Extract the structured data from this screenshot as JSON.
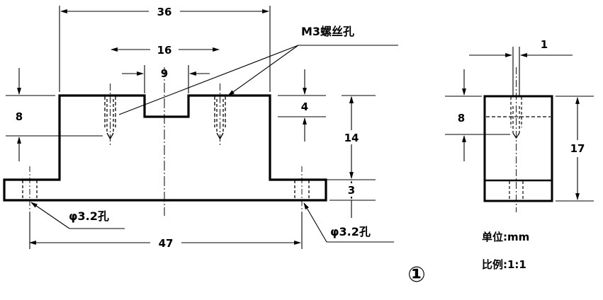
{
  "front_view": {
    "dimensions": {
      "overall_top_width": "36",
      "thread_hole_spacing": "16",
      "slot_width": "9",
      "base_width": "47",
      "left_height": "8",
      "slot_depth": "4",
      "body_height": "14",
      "base_height": "3"
    },
    "callouts": {
      "thread_hole": "M3螺丝孔",
      "left_hole": "φ3.2孔",
      "right_hole": "φ3.2孔"
    }
  },
  "side_view": {
    "dimensions": {
      "wall_offset": "1",
      "hole_depth": "8",
      "total_height": "17"
    }
  },
  "notes": {
    "unit": "单位:mm",
    "scale": "比例:1:1",
    "figure_number": "①"
  }
}
